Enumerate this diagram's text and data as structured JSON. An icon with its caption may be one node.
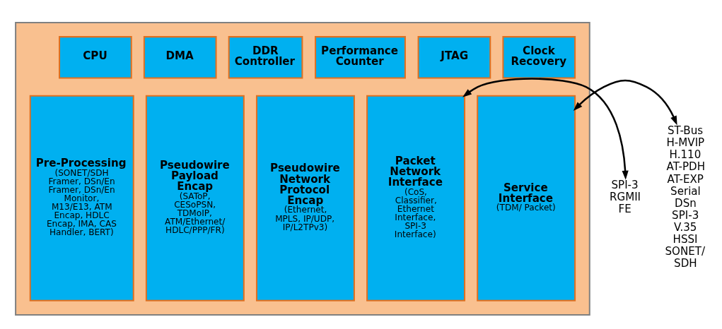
{
  "diagram": {
    "nodes": [
      {
        "text": [],
        "shape": "box"
      },
      {
        "text": [
          "Clock Recovery"
        ],
        "in": 0
      },
      {
        "text": [
          "CPU"
        ],
        "in": 0
      },
      {
        "text": [
          "DMA"
        ],
        "in": 0
      },
      {
        "text": [
          "DDR Controller"
        ],
        "in": 0
      },
      {
        "text": [
          "Performance Counter"
        ],
        "in": 0
      },
      {
        "text": [
          "JTAG"
        ],
        "in": 0
      },
      {
        "text": [
          "Service Interface",
          "(TDM/ Packet)"
        ],
        "in": 0
      },
      {
        "text": [
          "Pre-Processing",
          "(SONET/SDH Framer, DSn/En Framer, DSn/En Monitor, M13/E13, ATM Encap, HDLC Encap, IMA, CAS Handler, BERT)"
        ],
        "in": 0
      },
      {
        "text": [
          "Pseudowire Payload Encap",
          "(SAToP, CESoPSN, TDMoIP, ATM/Ethernet/ HDLC/PPP/FR)"
        ],
        "in": 0
      },
      {
        "text": [
          "Pseudowire Network Protocol Encap",
          "(Ethernet, MPLS, IP/UDP, IP/L2TPv3)"
        ],
        "in": 0
      },
      {
        "text": [
          "Packet Network Interface",
          "(CoS, Classifier, Ethernet Interface, SPI-3 Interface)"
        ],
        "in": 0
      },
      {
        "text": [
          "ST-Bus",
          "H-MVIP",
          "H.110",
          "AT-PDH",
          "AT-EXP",
          "Serial DSn",
          "SPI-3",
          "V.35",
          "HSSI",
          "SONET/ SDH"
        ]
      },
      {
        "text": [
          "SPI-3",
          "RGMII",
          "FE"
        ]
      }
    ],
    "edges": [
      {
        "from": 12,
        "to": 7,
        "arrow": "both"
      },
      {
        "from": 11,
        "to": 13,
        "arrow": "both"
      }
    ]
  }
}
